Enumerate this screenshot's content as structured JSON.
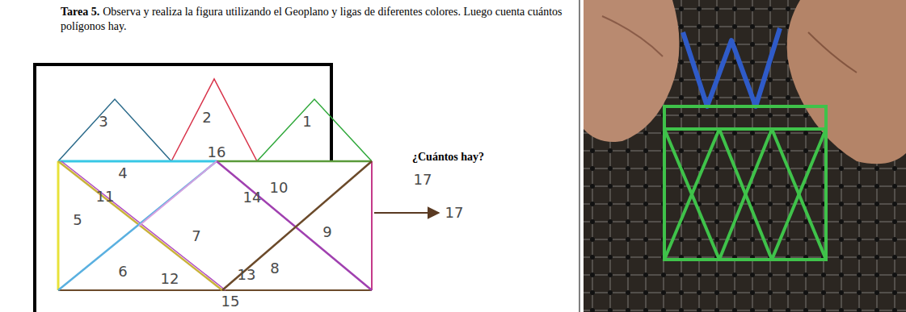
{
  "diagram": {
    "labels": [
      "Tarea 5.",
      "Observa y realiza la figura utilizando el Geoplano y ligas de diferentes colores. Luego cuenta cuántos polígonos hay.",
      "¿Cuántos hay?",
      "17",
      "17",
      "3",
      "2",
      "1",
      "4",
      "5",
      "6",
      "7",
      "10",
      "9",
      "8",
      "11",
      "12",
      "13",
      "14",
      "15",
      "16"
    ]
  }
}
